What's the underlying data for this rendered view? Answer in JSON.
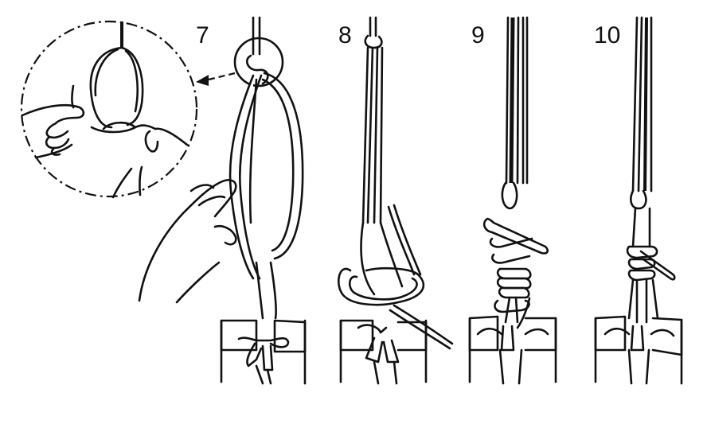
{
  "figure": {
    "description": "Knot tying instructions, steps 7 to 10",
    "steps": [
      {
        "number": "7",
        "caption": ""
      },
      {
        "number": "8",
        "caption": ""
      },
      {
        "number": "9",
        "caption": ""
      },
      {
        "number": "10",
        "caption": ""
      }
    ],
    "detail_inset": {
      "label": "magnified detail of step 7",
      "pointer": "dashed arrow"
    },
    "colors": {
      "ink": "#111111",
      "background": "#ffffff"
    }
  }
}
